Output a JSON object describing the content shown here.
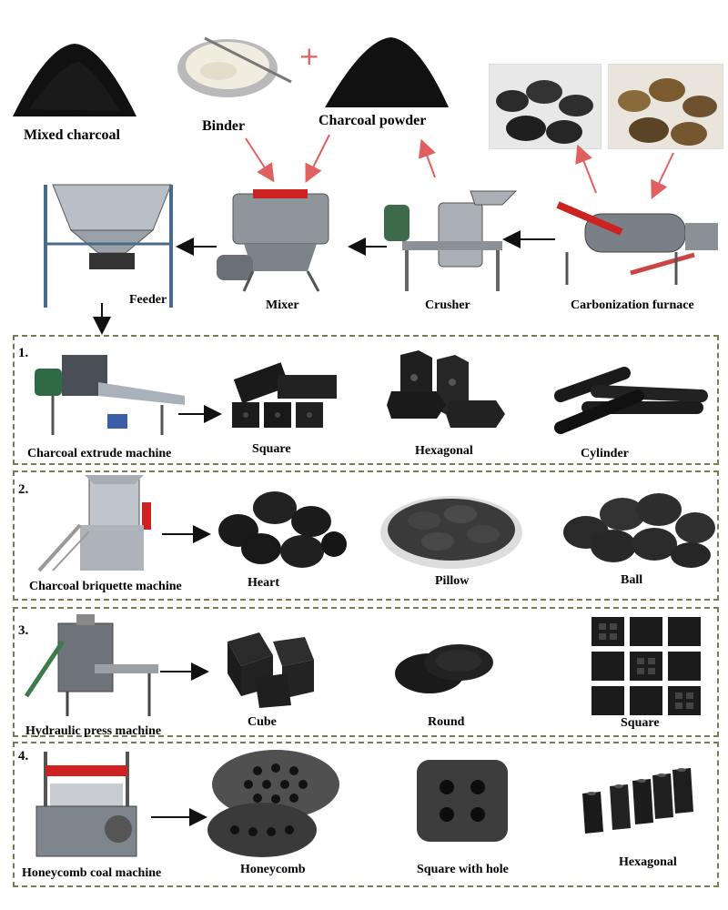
{
  "top": {
    "mixed_charcoal": "Mixed charcoal",
    "binder": "Binder",
    "charcoal_powder": "Charcoal powder",
    "plus": "+",
    "feeder": "Feeder",
    "mixer": "Mixer",
    "crusher": "Crusher",
    "carbonization_furnace": "Carbonization furnace"
  },
  "sections": [
    {
      "number": "1.",
      "machine": "Charcoal extrude machine",
      "products": [
        "Square",
        "Hexagonal",
        "Cylinder"
      ]
    },
    {
      "number": "2.",
      "machine": "Charcoal briquette machine",
      "products": [
        "Heart",
        "Pillow",
        "Ball"
      ]
    },
    {
      "number": "3.",
      "machine": "Hydraulic press machine",
      "products": [
        "Cube",
        "Round",
        "Square"
      ]
    },
    {
      "number": "4.",
      "machine": "Honeycomb coal machine",
      "products": [
        "Honeycomb",
        "Square with hole",
        "Hexagonal"
      ]
    }
  ],
  "colors": {
    "arrow_red": "#e06060",
    "dash_border": "#7a7a55",
    "charcoal": "#1a1a1a",
    "machine_grey": "#8a8f96",
    "machine_red": "#cc2222"
  }
}
